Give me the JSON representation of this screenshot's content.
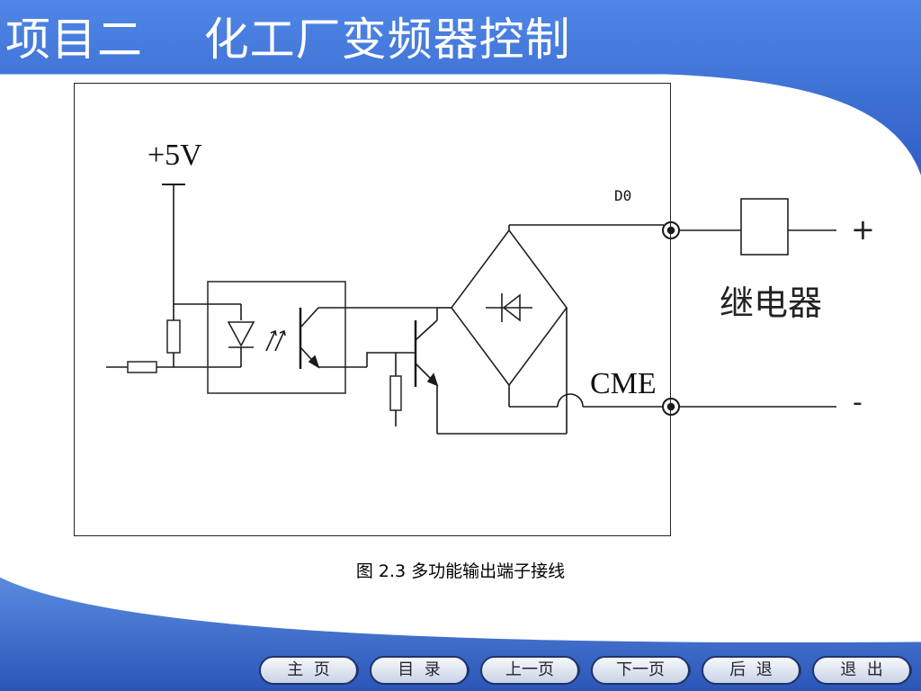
{
  "slide": {
    "title": "项目二    化工厂变频器控制",
    "caption": "图 2.3 多功能输出端子接线"
  },
  "diagram": {
    "supply_label": "+5V",
    "do_label": "D0",
    "cme_label": "CME",
    "relay_label": "继电器",
    "plus_label": "+",
    "minus_label": "-"
  },
  "nav": {
    "home": "主  页",
    "contents": "目  录",
    "prev": "上一页",
    "next": "下一页",
    "back": "后  退",
    "exit": "退  出"
  },
  "colors": {
    "title_bar": "#3b6fd4",
    "nav_border": "#20336b",
    "bottom_band": "#3a6ad0"
  }
}
